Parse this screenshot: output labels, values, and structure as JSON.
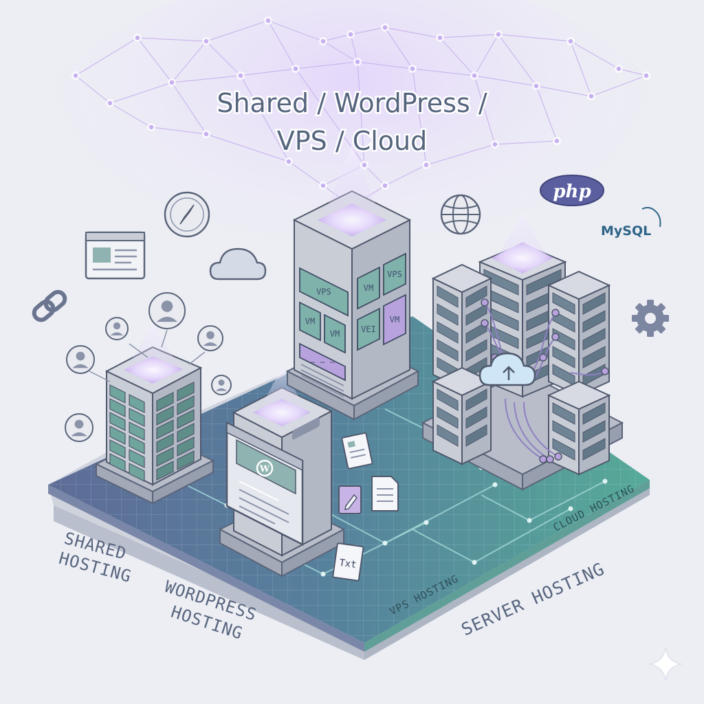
{
  "header": {
    "line1": "Shared / WordPress /",
    "line2": "VPS / Cloud"
  },
  "brands": {
    "php": "php",
    "mysql": "MySQL"
  },
  "labels": {
    "shared_l1": "SHARED",
    "shared_l2": "HOSTING",
    "wordpress_l1": "WORDPRESS",
    "wordpress_l2": "HOSTING",
    "vps": "VPS HOSTING",
    "cloud": "CLOUD HOSTING",
    "server": "SERVER HOSTING"
  },
  "vps_tower_labels": [
    "VPS",
    "VM",
    "VPS",
    "VM",
    "VM",
    "VM",
    "VEI",
    "VM",
    "— — —"
  ],
  "file_badge": "Txt",
  "icons": [
    "network-mesh-icon",
    "compass-icon",
    "globe-icon",
    "browser-window-icon",
    "cloud-icon",
    "link-chain-icon",
    "user-avatar-icon",
    "gear-icon",
    "wordpress-logo-icon",
    "document-icon",
    "edit-pencil-icon",
    "cloud-upload-icon",
    "sparkle-icon"
  ],
  "colors": {
    "background": "#eceef4",
    "glow": "#d8c7f5",
    "floor_blue": "#5c6e98",
    "floor_teal": "#4f9c99",
    "server_body": "#c9cdd6",
    "screen_teal": "#6fa59d",
    "accent_purple": "#b8a2dd"
  }
}
